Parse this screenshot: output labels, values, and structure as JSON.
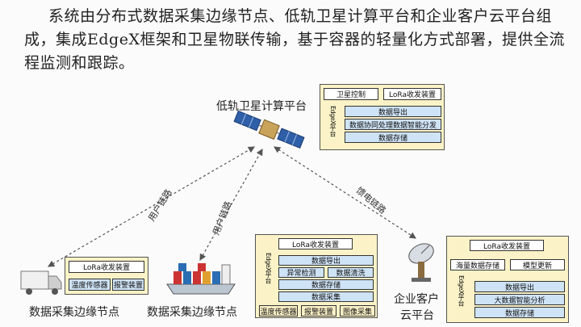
{
  "intro": {
    "part1": "系统由分布式数据采集边缘节点、低轨卫星计算平台和企业客户云平台组成，集成",
    "highlight": "EdgeX",
    "part2": "框架和卫星物联传输，基于容器的轻量化方式部署，提供全流程监测和跟踪。"
  },
  "satellite": {
    "label": "低轨卫星计算平台",
    "top_left": "卫星控制",
    "top_right": "LoRa收发装置",
    "side": "EdgeX平台",
    "rows": [
      "数据导出",
      "数据协同处理数据智能分发",
      "数据存储"
    ]
  },
  "edge_a": {
    "label": "数据采集边缘节点",
    "top": "LoRa收发装置",
    "bottom_left": "温度传感器",
    "bottom_right": "报警装置"
  },
  "edge_b": {
    "label": "数据采集边缘节点",
    "top": "LoRa收发装置",
    "side": "EdgeX平台",
    "rows": [
      "数据导出"
    ],
    "mid_left": "异常检测",
    "mid_right": "数据清洗",
    "rows2": [
      "数据存储",
      "数据采集"
    ],
    "bottom": [
      "温度传感器",
      "报警装置",
      "图像采集"
    ]
  },
  "enterprise": {
    "label_line1": "企业客户",
    "label_line2": "云平台",
    "top": "LoRa收发装置",
    "mid_left": "海量数据存储",
    "mid_right": "模型更新",
    "side": "EdgeX平台",
    "rows": [
      "数据导出",
      "大数据智能分析",
      "数据存储"
    ]
  },
  "links": {
    "left_link": "用户链路",
    "mid_link": "用户链路",
    "right_link": "馈电链路"
  },
  "colors": {
    "panel_bg": "#fbf3c7",
    "cell_blue": "#cfe3f6",
    "dash": "#555555"
  }
}
